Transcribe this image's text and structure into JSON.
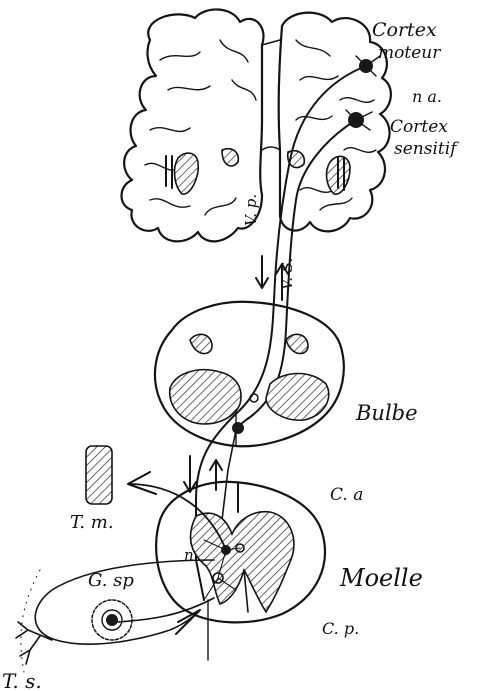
{
  "figure": {
    "labels": {
      "cortex_moteur_line1": "Cortex",
      "cortex_moteur_line2": "moteur",
      "n_a_top": "n a.",
      "cortex_sensitif_line1": "Cortex",
      "cortex_sensitif_line2": "sensitif",
      "voie_pyramidale": "V. p.",
      "voie_sensitive": "V. S.",
      "bulbe": "Bulbe",
      "corne_anterieure": "C. a",
      "tissu_musculaire": "T. m.",
      "noyau_moelle": "n",
      "moelle": "Moelle",
      "ganglion_spinal": "G. sp",
      "corne_posterieure": "C. p.",
      "terminaison_sensitive": "T. s."
    },
    "colors": {
      "ink": "#141414",
      "paper": "#ffffff"
    }
  }
}
